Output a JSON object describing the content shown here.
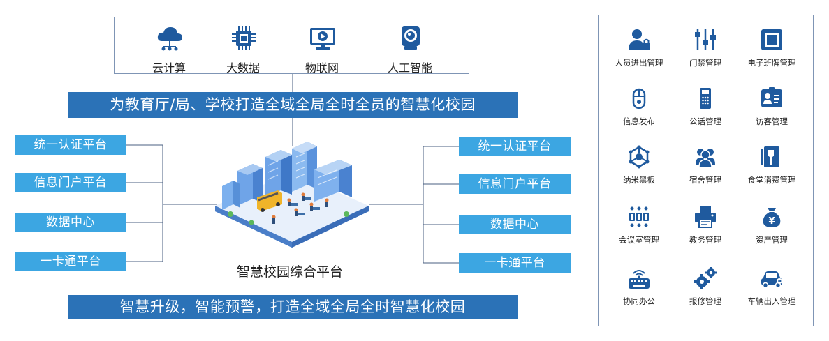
{
  "tech": [
    {
      "label": "云计算",
      "icon": "cloud-computing-icon"
    },
    {
      "label": "大数据",
      "icon": "chip-icon"
    },
    {
      "label": "物联网",
      "icon": "monitor-play-icon"
    },
    {
      "label": "人工智能",
      "icon": "webcam-icon"
    }
  ],
  "banner_top": "为教育厅/局、学校打造全域全局全时全员的智慧化校园",
  "banner_bottom": "智慧升级，智能预警，打造全域全局全时智慧化校园",
  "center_label": "智慧校园综合平台",
  "left_platforms": [
    "统一认证平台",
    "信息门户平台",
    "数据中心",
    "一卡通平台"
  ],
  "right_platforms": [
    "统一认证平台",
    "信息门户平台",
    "数据中心",
    "一卡通平台"
  ],
  "functions": [
    {
      "label": "人员进出管理",
      "icon": "person-lock-icon"
    },
    {
      "label": "门禁管理",
      "icon": "sliders-icon"
    },
    {
      "label": "电子班牌管理",
      "icon": "board-icon"
    },
    {
      "label": "信息发布",
      "icon": "mouse-icon"
    },
    {
      "label": "公话管理",
      "icon": "phone-icon"
    },
    {
      "label": "访客管理",
      "icon": "id-card-icon"
    },
    {
      "label": "纳米黑板",
      "icon": "network-icon"
    },
    {
      "label": "宿舍管理",
      "icon": "people-icon"
    },
    {
      "label": "食堂消费管理",
      "icon": "canteen-icon"
    },
    {
      "label": "会议室管理",
      "icon": "meeting-icon"
    },
    {
      "label": "教务管理",
      "icon": "printer-icon"
    },
    {
      "label": "资产管理",
      "icon": "money-bag-icon"
    },
    {
      "label": "协同办公",
      "icon": "keyboard-wifi-icon"
    },
    {
      "label": "报修管理",
      "icon": "gears-icon"
    },
    {
      "label": "车辆出入管理",
      "icon": "car-icon"
    }
  ],
  "colors": {
    "banner": "#2b72b7",
    "platform": "#3ca6e2",
    "icon": "#1f5a9e",
    "border": "#7f95b5"
  }
}
